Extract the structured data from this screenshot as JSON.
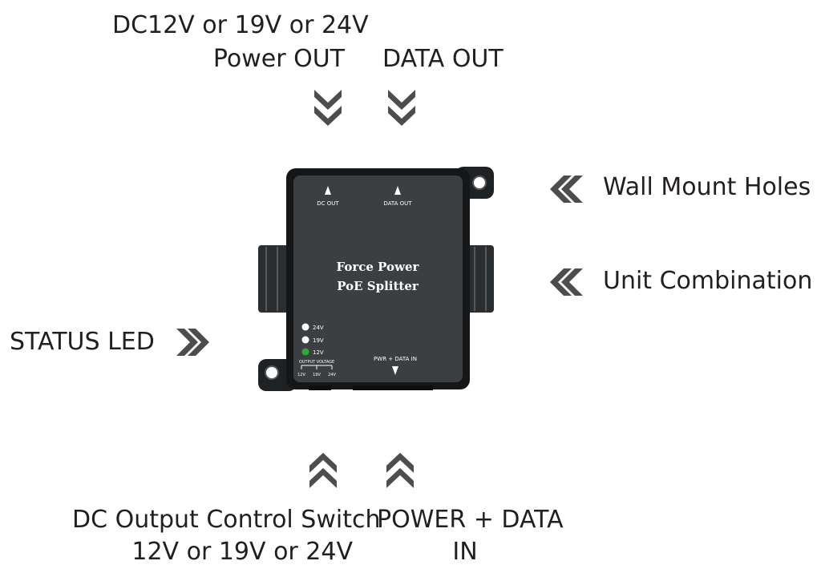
{
  "labels": {
    "dc_out_line1": "DC12V or 19V or 24V",
    "dc_out_line2": "Power OUT",
    "data_out": "DATA OUT",
    "wall_mount": "Wall Mount Holes",
    "unit_combination": "Unit Combination",
    "status_led": "STATUS LED",
    "switch_line1": "DC Output Control Switch",
    "switch_line2": "12V or 19V or 24V",
    "power_data_in_line1": "POWER + DATA",
    "power_data_in_line2": "IN"
  },
  "device": {
    "dc_out": "DC OUT",
    "data_out": "DATA OUT",
    "title_line1": "Force Power",
    "title_line2": "PoE Splitter",
    "led_24": "24V",
    "led_19": "19V",
    "led_12": "12V",
    "output_voltage": "OUTPUT VOLTAGE",
    "sw_12": "12V",
    "sw_19": "19V",
    "sw_24": "24V",
    "pwr_data_in": "PWR + DATA IN"
  },
  "colors": {
    "arrow": "#4d4d4f",
    "body": "#3b3f41",
    "led_active": "#2ea836",
    "led_inactive": "#ffffff"
  }
}
